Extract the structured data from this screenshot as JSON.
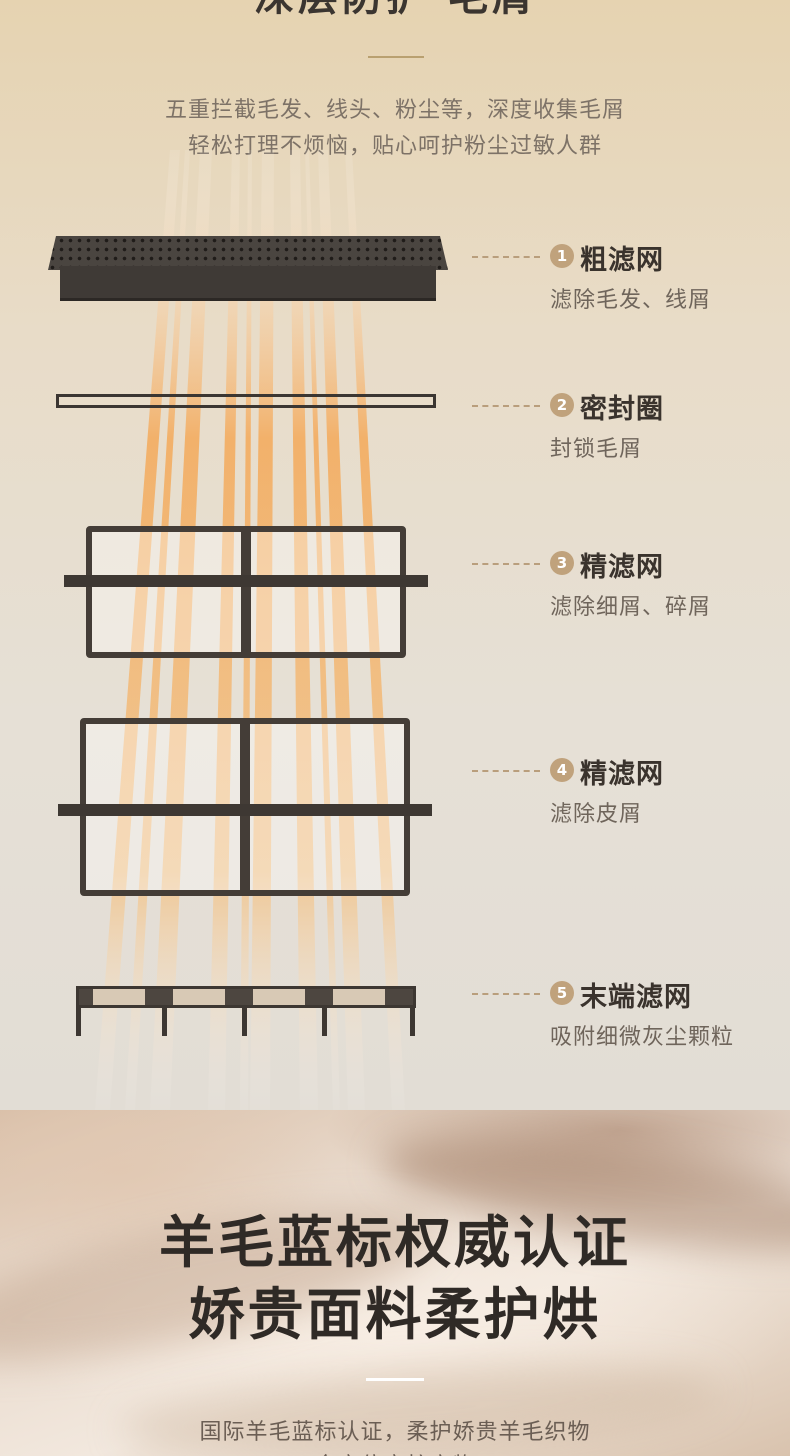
{
  "filter_section": {
    "title": "深层防护 毛屑",
    "intro_line1": "五重拦截毛发、线头、粉尘等，深度收集毛屑",
    "intro_line2": "轻松打理不烦恼，贴心呵护粉尘过敏人群",
    "layers": [
      {
        "num": "1",
        "name": "粗滤网",
        "desc": "滤除毛发、线屑"
      },
      {
        "num": "2",
        "name": "密封圈",
        "desc": "封锁毛屑"
      },
      {
        "num": "3",
        "name": "精滤网",
        "desc": "滤除细屑、碎屑"
      },
      {
        "num": "4",
        "name": "精滤网",
        "desc": "滤除皮屑"
      },
      {
        "num": "5",
        "name": "末端滤网",
        "desc": "吸附细微灰尘颗粒"
      }
    ]
  },
  "wool_section": {
    "title_line1": "羊毛蓝标权威认证",
    "title_line2": "娇贵面料柔护烘",
    "desc_line1": "国际羊毛蓝标认证，柔护娇贵羊毛织物",
    "desc_line2": "全方位守护衣物"
  },
  "colors": {
    "accent_gold": "#c0a27c",
    "title_dark": "#3a332d",
    "filter_frame": "#443d37"
  }
}
